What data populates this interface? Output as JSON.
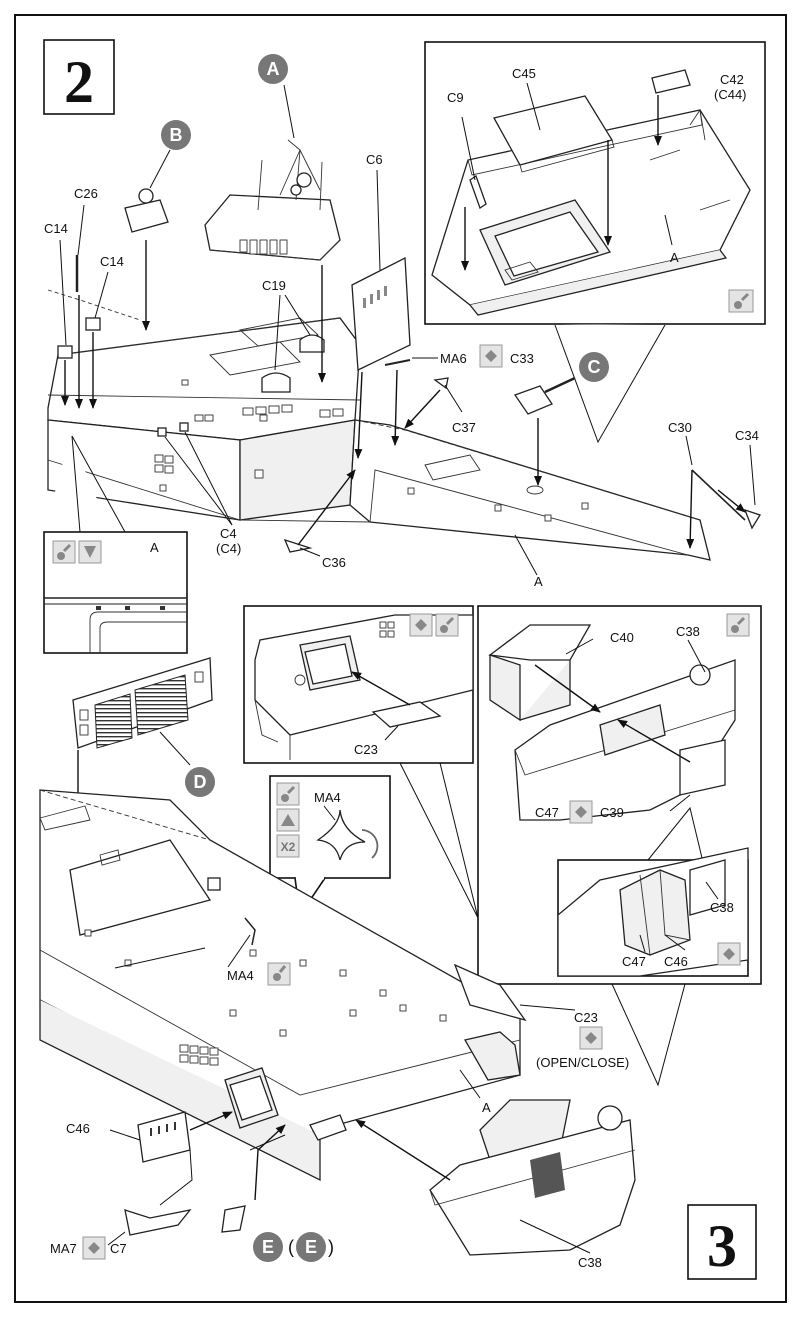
{
  "steps": {
    "step2": "2",
    "step3": "3"
  },
  "subassemblies": {
    "a": "A",
    "b": "B",
    "c": "C",
    "d": "D",
    "e": "E",
    "e_paren": "E"
  },
  "labels": {
    "c45": "C45",
    "c42": "C42",
    "c44": "(C44)",
    "c9": "C9",
    "a_inset1": "A",
    "c6": "C6",
    "c26": "C26",
    "c14_left": "C14",
    "c14_mid": "C14",
    "c19": "C19",
    "ma6": "MA6",
    "c33": "C33",
    "c37": "C37",
    "c30": "C30",
    "c34": "C34",
    "c4": "C4",
    "c4_paren": "(C4)",
    "c36": "C36",
    "a_hull": "A",
    "a_detail": "A",
    "c23_inset": "C23",
    "c40": "C40",
    "c38_inset": "C38",
    "c47": "C47",
    "c39": "C39",
    "c38_sub": "C38",
    "c47_sub": "C47",
    "c46_sub": "C46",
    "ma4_callout": "MA4",
    "x2": "X2",
    "ma4": "MA4",
    "c23": "C23",
    "open_close": "(OPEN/CLOSE)",
    "a_lower": "A",
    "c46": "C46",
    "ma7": "MA7",
    "c7": "C7",
    "c38": "C38"
  },
  "icons": [
    "glue-icon",
    "rotate-icon",
    "up-icon",
    "cement-icon"
  ],
  "colors": {
    "ink": "#111111",
    "badge": "#777777",
    "icon_fill": "#e4e4e4"
  }
}
